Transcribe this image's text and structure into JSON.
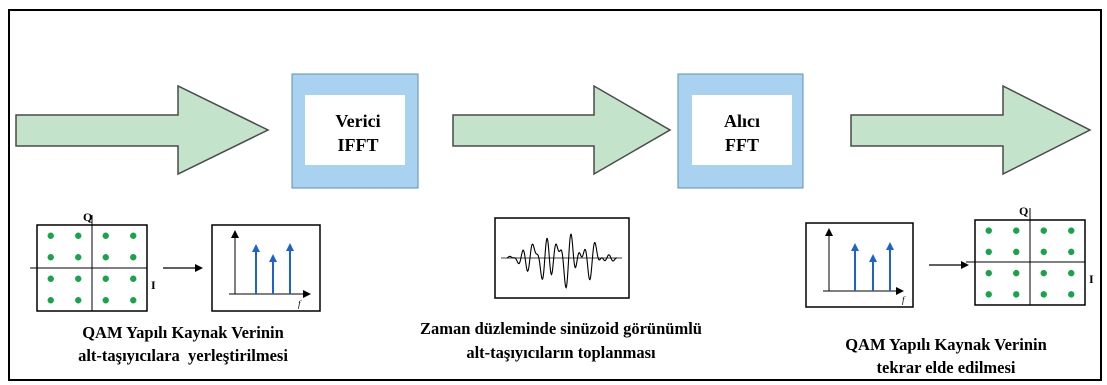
{
  "blocks": {
    "transmitter": {
      "line1": "Verici",
      "line2": "IFFT"
    },
    "receiver": {
      "line1": "Alıcı",
      "line2": "FFT"
    }
  },
  "axes": {
    "q": "Q",
    "i": "I",
    "f": "f"
  },
  "captions": {
    "left": [
      "QAM Yapılı Kaynak Verinin",
      "alt-taşıyıcılara  yerleştirilmesi"
    ],
    "middle": [
      "Zaman düzleminde sinüzoid görünümlü",
      "alt-taşıyıcıların toplanması"
    ],
    "right": [
      "QAM Yapılı Kaynak Verinin",
      "tekrar elde edilmesi"
    ]
  },
  "colors": {
    "arrow_fill": "#c3e4cb",
    "arrow_stroke": "#4a4a4a",
    "block_fill": "#a9d2f1",
    "block_inner": "#ffffff",
    "dot": "#19a34c",
    "spectrum_line": "#1e63c9"
  },
  "icons": [
    "flow-arrow",
    "qam-constellation",
    "spectrum-plot",
    "time-waveform"
  ]
}
